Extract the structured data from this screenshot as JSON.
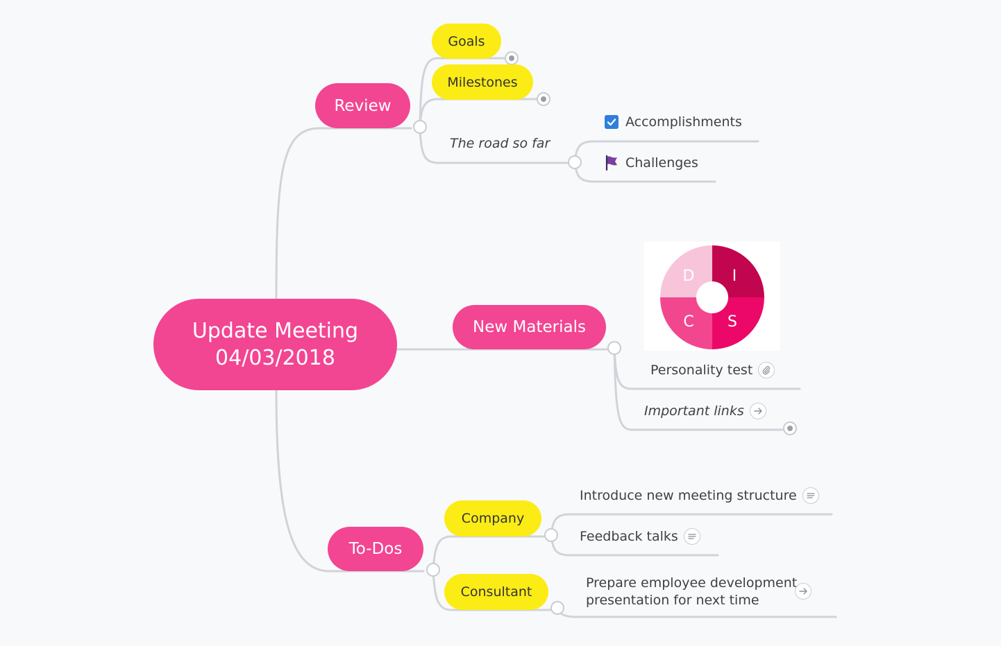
{
  "central": {
    "line1": "Update Meeting",
    "line2": "04/03/2018"
  },
  "review": {
    "label": "Review",
    "goals": "Goals",
    "milestones": "Milestones",
    "road": "The road so far",
    "accomplishments": "Accomplishments",
    "challenges": "Challenges"
  },
  "materials": {
    "label": "New Materials",
    "disc": {
      "segments": [
        "D",
        "I",
        "C",
        "S"
      ],
      "colors": {
        "D": "#f8c4d9",
        "I": "#c2054f",
        "C": "#f2478e",
        "S": "#ec0868"
      }
    },
    "personality": "Personality test",
    "links": "Important links"
  },
  "todos": {
    "label": "To-Dos",
    "company": "Company",
    "consultant": "Consultant",
    "introduce": "Introduce new meeting structure",
    "feedback": "Feedback talks",
    "prepare_line1": "Prepare employee development",
    "prepare_line2": "presentation for next time"
  },
  "colors": {
    "pink": "#f24592",
    "yellow": "#fbec16",
    "line": "#d0d3d8",
    "background": "#f8f9fb"
  }
}
